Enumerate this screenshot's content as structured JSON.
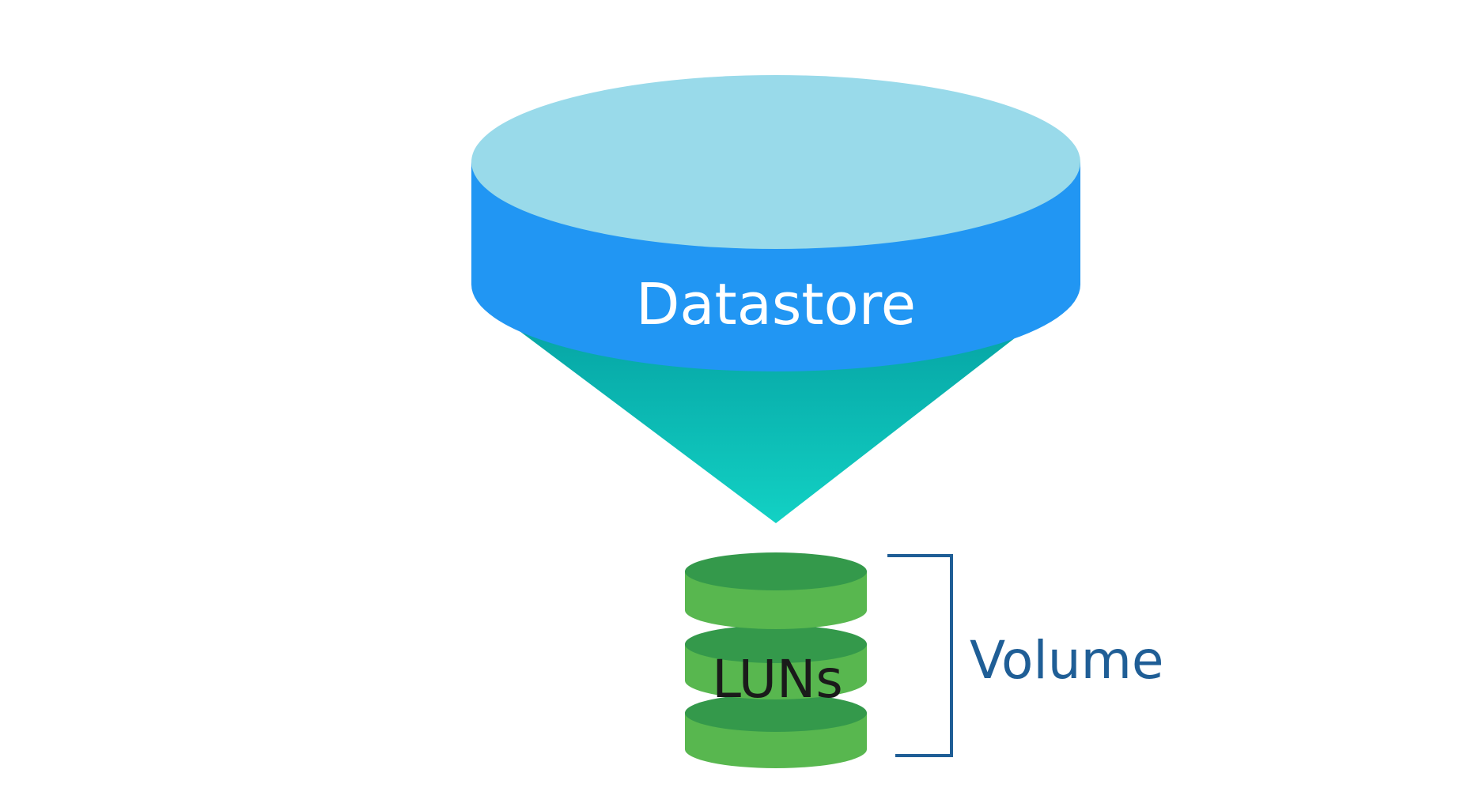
{
  "diagram": {
    "datastore_label": "Datastore",
    "luns_label": "LUNs",
    "volume_label": "Volume"
  },
  "colors": {
    "datastore_top": "#99daea",
    "datastore_side": "#2196f3",
    "funnel_top": "#06a4a4",
    "funnel_bottom": "#12d1c4",
    "lun_top": "#34994b",
    "lun_side": "#58b74f",
    "bracket": "#1f5e96",
    "luns_text": "#1a1a1a",
    "volume_text": "#1f5e96"
  },
  "icons": {
    "datastore": "cylinder-icon",
    "luns": "disk-stack-icon",
    "volume": "bracket-icon"
  }
}
